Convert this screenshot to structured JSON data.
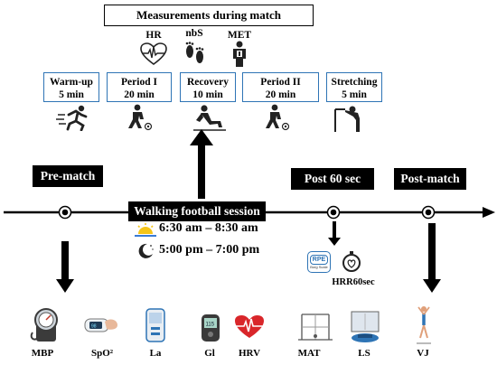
{
  "header": {
    "title": "Measurements during match"
  },
  "measures_top": [
    {
      "label": "HR",
      "icon": "heart-rate-icon"
    },
    {
      "label": "nbS",
      "icon": "footsteps-icon"
    },
    {
      "label": "MET",
      "icon": "body-metabolism-icon"
    }
  ],
  "phases": [
    {
      "name": "Warm-up",
      "duration": "5 min",
      "icon": "running-icon"
    },
    {
      "name": "Period I",
      "duration": "20 min",
      "icon": "football-player-icon"
    },
    {
      "name": "Recovery",
      "duration": "10 min",
      "icon": "sitting-rest-icon"
    },
    {
      "name": "Period  II",
      "duration": "20 min",
      "icon": "football-player-icon"
    },
    {
      "name": "Stretching",
      "duration": "5 min",
      "icon": "stretching-icon"
    }
  ],
  "timeline": {
    "pre_match": "Pre-match",
    "session": "Walking football session",
    "post60": "Post 60 sec",
    "post_match": "Post-match"
  },
  "session_times": [
    {
      "time": "6:30 am – 8:30 am",
      "icon": "sunrise-icon"
    },
    {
      "time": "5:00 pm – 7:00 pm",
      "icon": "moon-icon"
    }
  ],
  "post60_measures": [
    {
      "label": "RPE",
      "sub": "Borg Scale",
      "icon": "rpe-scale-icon"
    },
    {
      "label": "HRR60sec",
      "icon": "stopwatch-heart-icon"
    }
  ],
  "bottom_measures": [
    {
      "label": "MBP",
      "icon": "blood-pressure-monitor-icon"
    },
    {
      "label": "SpO²",
      "icon": "pulse-oximeter-icon"
    },
    {
      "label": "La",
      "icon": "lactate-meter-icon"
    },
    {
      "label": "Gl",
      "icon": "glucometer-icon"
    },
    {
      "label": "HRV",
      "icon": "heart-ecg-icon"
    },
    {
      "label": "MAT",
      "icon": "agility-test-icon"
    },
    {
      "label": "LS",
      "icon": "stabilometric-platform-icon"
    },
    {
      "label": "VJ",
      "icon": "vertical-jump-icon"
    }
  ],
  "colors": {
    "phase_border": "#2e74b5",
    "heart_red": "#d9262a",
    "sun_yellow": "#f5c518",
    "rpe_blue": "#2e74b5"
  }
}
